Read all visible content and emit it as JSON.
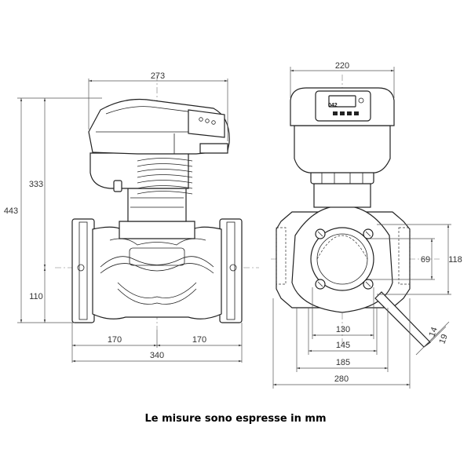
{
  "dimensions": {
    "front_width": "273",
    "motor_height": "333",
    "overall_height": "443",
    "axis_height": "110",
    "half_length_left": "170",
    "half_length_right": "170",
    "port_to_port": "340",
    "side_width": "220",
    "flange_height": "118",
    "flange_inner": "69",
    "bolt_circle": "130",
    "flange_145": "145",
    "flange_185": "185",
    "base_width": "280",
    "hole_14": "14",
    "hole_19": "19"
  },
  "panel": {
    "display_text": "042"
  },
  "caption": "Le misure sono espresse in mm"
}
